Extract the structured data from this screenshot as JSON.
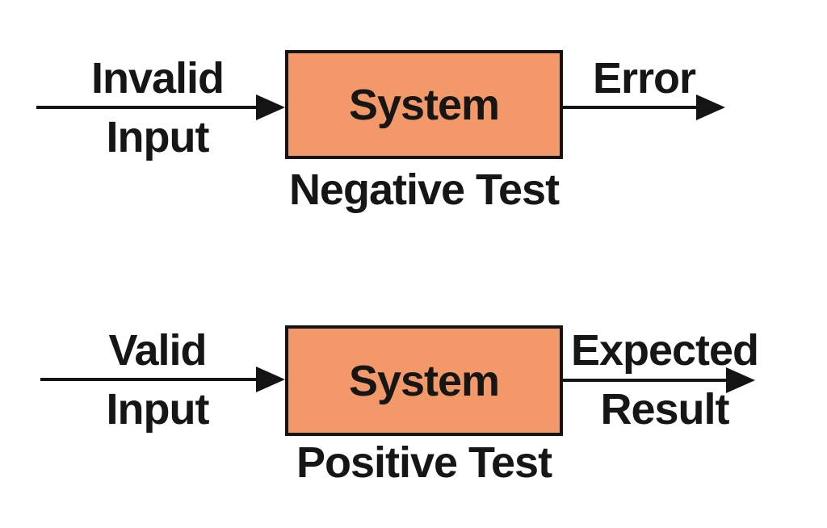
{
  "diagram": {
    "background_color": "#ffffff",
    "box_fill_color": "#f39869",
    "box_border_color": "#141414",
    "text_color": "#161616",
    "arrow_color": "#141414",
    "rows": [
      {
        "name": "negative-test-flow",
        "input_lines": [
          "Invalid",
          "Input"
        ],
        "box_label": "System",
        "caption": "Negative Test",
        "output_lines": [
          "Error"
        ]
      },
      {
        "name": "positive-test-flow",
        "input_lines": [
          "Valid",
          "Input"
        ],
        "box_label": "System",
        "caption": "Positive Test",
        "output_lines": [
          "Expected",
          "Result"
        ]
      }
    ]
  }
}
